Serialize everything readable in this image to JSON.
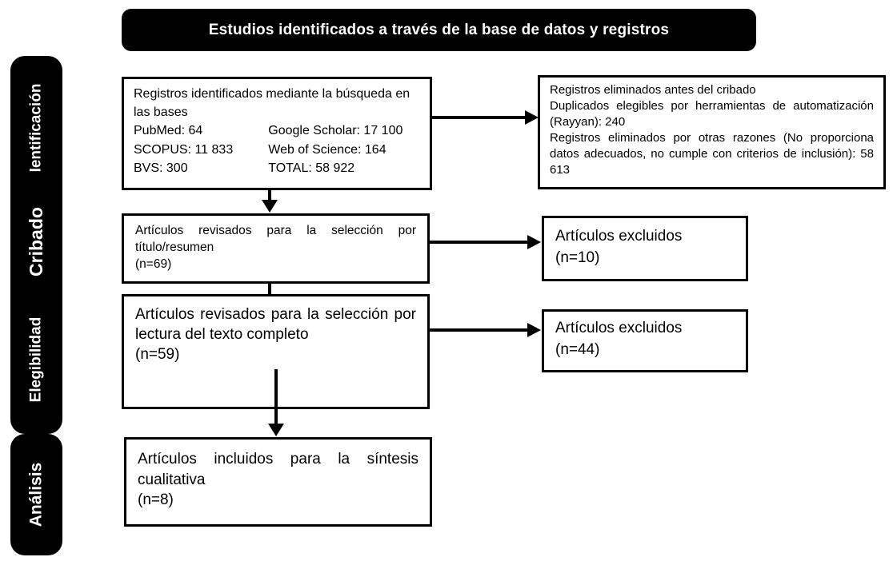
{
  "title": "Estudios identificados a través de la base de datos y registros",
  "sidebar": {
    "identification_label": "Ientificación",
    "screening_label": "Cribado",
    "eligibility_label": "Elegibilidad",
    "analysis_label": "Análisis"
  },
  "boxes": {
    "identified": {
      "intro": "Registros identificados mediante la búsqueda en las bases",
      "sources": [
        {
          "left": "PubMed: 64",
          "right": "Google Scholar: 17 100"
        },
        {
          "left": "SCOPUS: 11 833",
          "right": "Web of Science: 164"
        },
        {
          "left": "BVS: 300",
          "right": "TOTAL: 58 922"
        }
      ]
    },
    "removed_before_screening": {
      "line1": "Registros eliminados antes del cribado",
      "line2": "Duplicados elegibles por herramientas de automatización (Rayyan): 240",
      "line3": "Registros eliminados por otras razones (No proporciona datos adecuados, no cumple con criterios de inclusión): 58 613"
    },
    "screening": {
      "text": "Artículos revisados para la selección por título/resumen",
      "n": "(n=69)"
    },
    "excluded_screening": {
      "text": "Artículos excluidos",
      "n": "(n=10)"
    },
    "fulltext": {
      "text": "Artículos revisados para la selección por lectura del texto completo",
      "n": "(n=59)"
    },
    "excluded_fulltext": {
      "text": "Artículos excluidos",
      "n": "(n=44)"
    },
    "included": {
      "text": "Artículos incluidos para la síntesis cualitativa",
      "n": "(n=8)"
    }
  },
  "colors": {
    "band_background": "#000000",
    "box_border": "#000000",
    "title_background": "#000000",
    "title_text": "#ffffff"
  }
}
